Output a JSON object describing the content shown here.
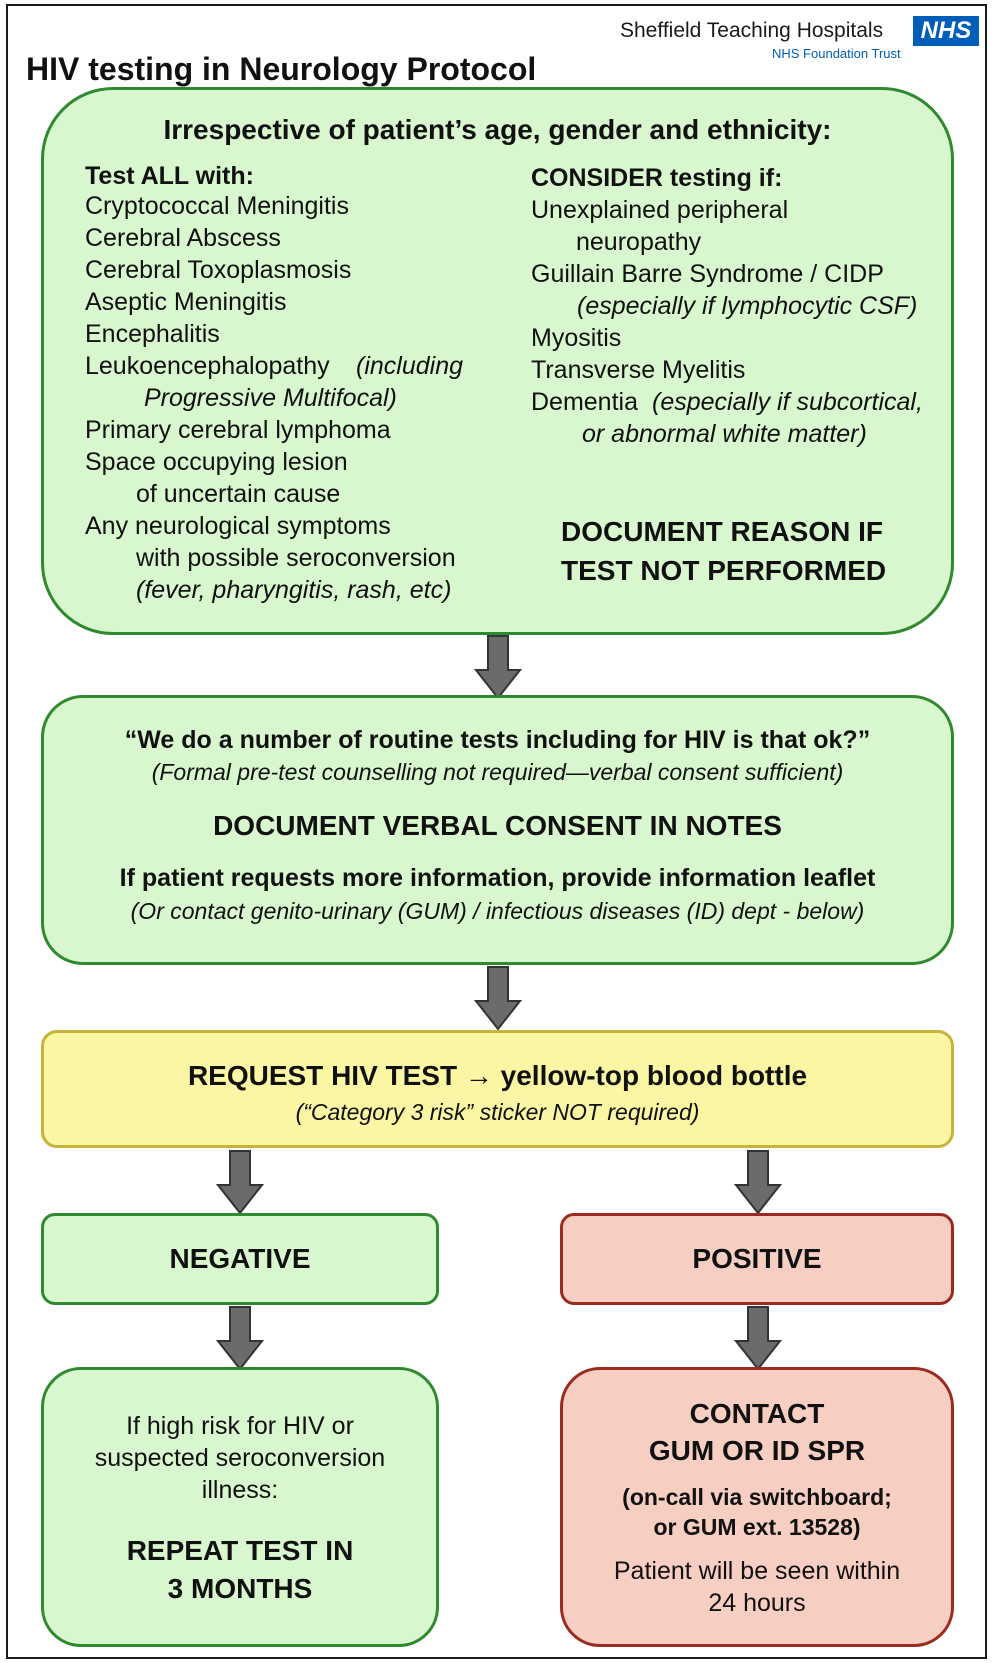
{
  "header": {
    "title": "HIV testing in Neurology Protocol",
    "org_name": "Sheffield Teaching Hospitals",
    "org_sub": "NHS Foundation Trust",
    "logo_text": "NHS",
    "brand_color": "#005EB8"
  },
  "criteria": {
    "heading": "Irrespective of patient’s age, gender and ethnicity:",
    "test_all": {
      "heading": "Test ALL with:",
      "lines": [
        "Cryptococcal Meningitis",
        "Cerebral Abscess",
        "Cerebral Toxoplasmosis",
        "Aseptic Meningitis",
        "Encephalitis",
        "Leukoencephalopathy",
        "(including",
        "Progressive Multifocal)",
        "Primary cerebral lymphoma",
        "Space occupying lesion",
        "of uncertain cause",
        "Any neurological symptoms",
        "with possible seroconversion",
        "(fever, pharyngitis, rash, etc)"
      ]
    },
    "consider": {
      "heading": "CONSIDER testing if:",
      "lines": [
        "Unexplained peripheral",
        "neuropathy",
        "Guillain Barre Syndrome / CIDP",
        "(especially if lymphocytic CSF)",
        "Myositis",
        "Transverse Myelitis",
        "Dementia",
        "(especially if subcortical,",
        "or abnormal white matter)"
      ]
    },
    "document_reason": [
      "DOCUMENT REASON IF",
      "TEST NOT PERFORMED"
    ]
  },
  "consent": {
    "quote": "“We do a number of routine tests including for HIV is that ok?”",
    "note": "(Formal pre-test counselling not required—verbal consent sufficient)",
    "document": "DOCUMENT VERBAL CONSENT IN NOTES",
    "info": "If patient requests more information, provide information leaflet",
    "contact": "(Or contact genito-urinary (GUM) / infectious diseases (ID) dept - below)"
  },
  "request": {
    "title": "REQUEST HIV TEST → yellow-top blood bottle",
    "note": "(“Category 3 risk” sticker NOT required)"
  },
  "negative": {
    "label": "NEGATIVE",
    "lines": [
      "If high risk for HIV or",
      "suspected seroconversion",
      "illness:"
    ],
    "action": [
      "REPEAT TEST IN",
      "3 MONTHS"
    ]
  },
  "positive": {
    "label": "POSITIVE",
    "action": [
      "CONTACT",
      "GUM OR ID SPR"
    ],
    "how": [
      "(on-call via switchboard;",
      "or GUM ext. 13528)"
    ],
    "note": [
      "Patient will be seen within",
      "24 hours"
    ]
  },
  "colors": {
    "green_fill": "#d9f7cf",
    "green_border": "#2f8a2f",
    "yellow_fill": "#fbf6a3",
    "red_fill": "#f6cfc2",
    "red_border": "#9b2b20",
    "arrow": "#6b6b6b"
  }
}
